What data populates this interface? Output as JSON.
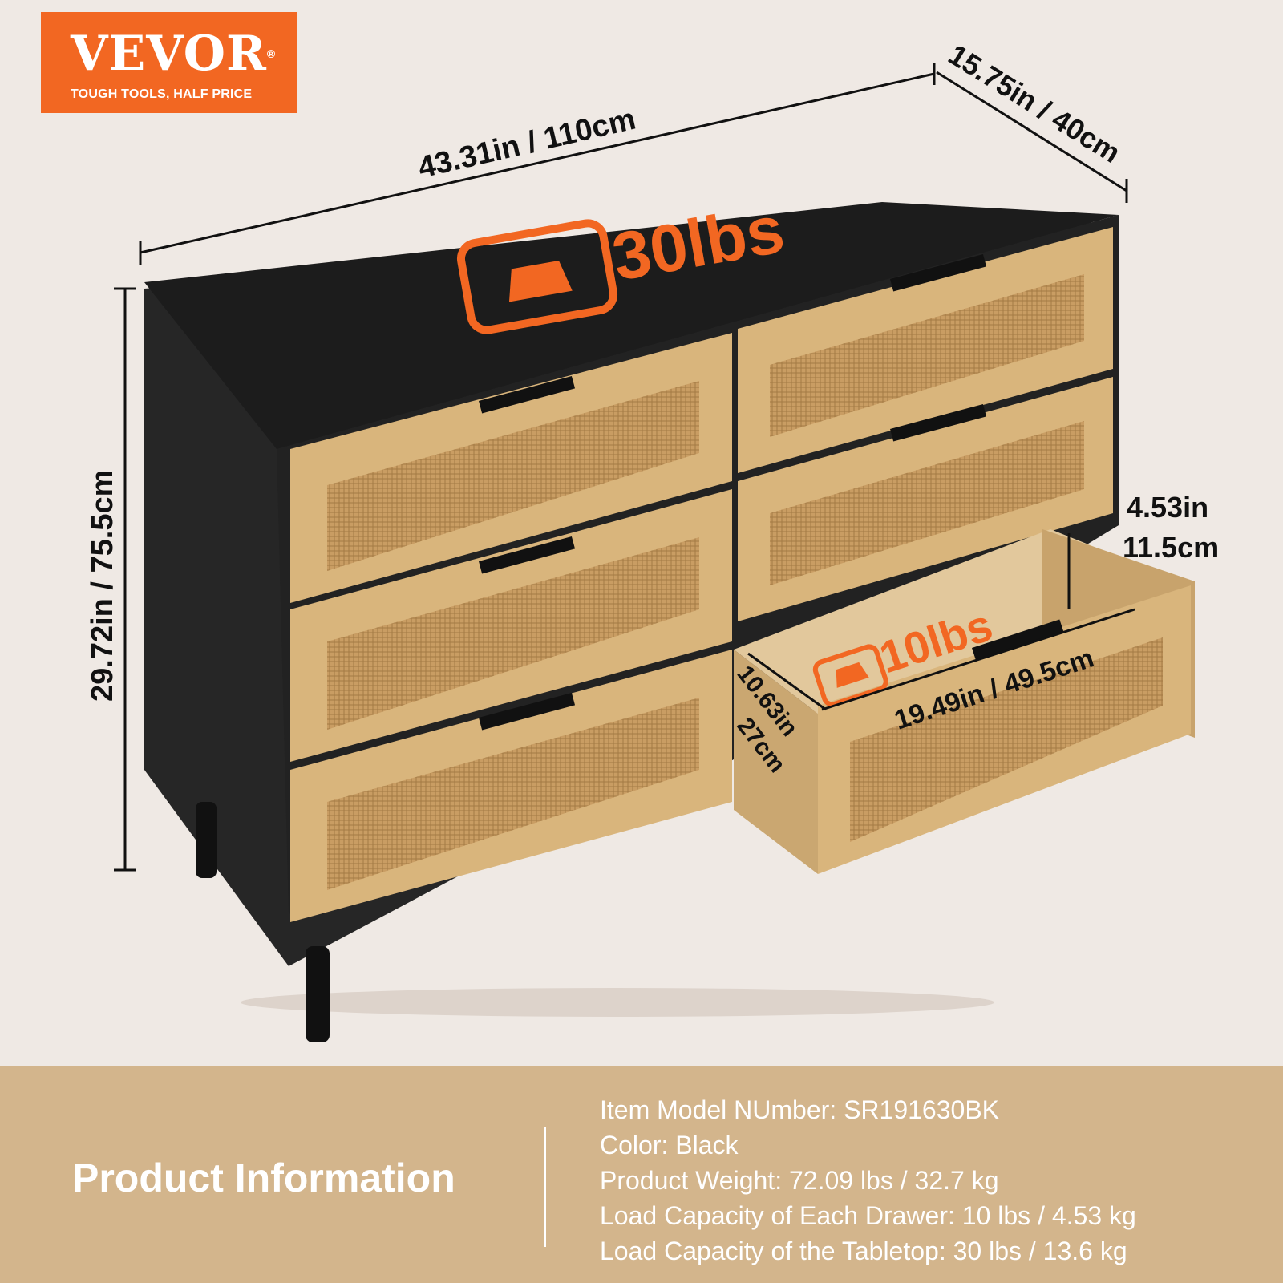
{
  "brand": {
    "name": "VEVOR",
    "registered_mark": "®",
    "tagline": "TOUGH TOOLS, HALF PRICE",
    "color": "#f26722"
  },
  "dimensions": {
    "width": "43.31in / 110cm",
    "depth": "15.75in / 40cm",
    "height": "29.72in / 75.5cm",
    "drawer_height_in": "4.53in",
    "drawer_height_cm": "11.5cm",
    "drawer_width": "19.49in / 49.5cm",
    "drawer_depth_in": "10.63in",
    "drawer_depth_cm": "27cm"
  },
  "load_badges": {
    "tabletop": "30lbs",
    "drawer": "10lbs",
    "icon": "weight-icon"
  },
  "product_info": {
    "title": "Product Information",
    "lines": [
      "Item Model NUmber: SR191630BK",
      "Color: Black",
      "Product Weight: 72.09 lbs / 32.7 kg",
      "Load Capacity of Each Drawer: 10 lbs / 4.53 kg",
      "Load Capacity of the Tabletop: 30 lbs / 13.6 kg"
    ]
  },
  "colors": {
    "background": "#efe9e4",
    "cabinet": "#262626",
    "wood": "#d9b57c",
    "rattan": "#c99d63",
    "accent": "#f26722",
    "info_band": "#d3b58c"
  }
}
